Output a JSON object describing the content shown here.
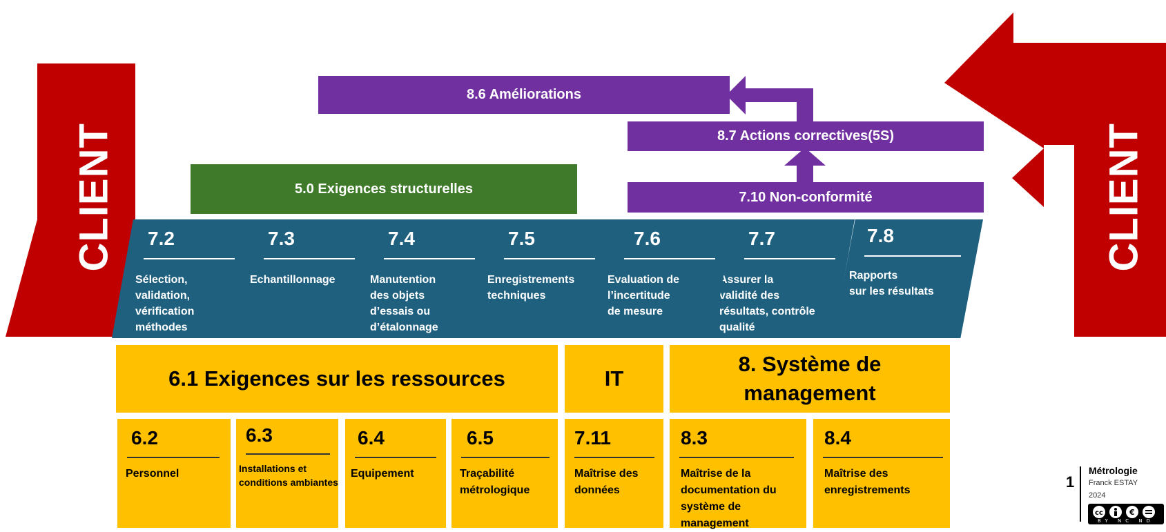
{
  "client": {
    "left": "CLIENT",
    "right": "CLIENT"
  },
  "management": {
    "improvement": "8.6 Améliorations",
    "corrective": "8.7 Actions correctives(5S)",
    "nonconformity": "7.10 Non-conformité"
  },
  "structural": "5.0 Exigences structurelles",
  "processes": [
    {
      "num": "7.2",
      "text": "Sélection,\nvalidation,\nvérification\nméthodes"
    },
    {
      "num": "7.3",
      "text": "Echantillonnage"
    },
    {
      "num": "7.4",
      "text": "Manutention\ndes objets\nd’essais ou\nd’étalonnage"
    },
    {
      "num": "7.5",
      "text": "Enregistrements\ntechniques"
    },
    {
      "num": "7.6",
      "text": "Evaluation de\nl’incertitude\nde mesure"
    },
    {
      "num": "7.7",
      "text": "Assurer la\nvalidité des\nrésultats, contrôle\nqualité"
    },
    {
      "num": "7.8",
      "text": "Rapports\nsur les résultats"
    }
  ],
  "resources": {
    "title": "6.1 Exigences sur les ressources",
    "it": "IT",
    "system": "8. Système de management",
    "items": [
      {
        "num": "6.2",
        "text": "Personnel"
      },
      {
        "num": "6.3",
        "text": "Installations et\nconditions ambiantes"
      },
      {
        "num": "6.4",
        "text": "Equipement"
      },
      {
        "num": "6.5",
        "text": "Traçabilité\nmétrologique"
      },
      {
        "num": "7.11",
        "text": "Maîtrise des\ndonnées"
      },
      {
        "num": "8.3",
        "text": "Maîtrise de la\ndocumentation du\nsystème de\nmanagement"
      },
      {
        "num": "8.4",
        "text": "Maîtrise des\nenregistrements"
      }
    ]
  },
  "footer": {
    "page": "1",
    "title": "Métrologie",
    "author": "Franck ESTAY",
    "year": "2024",
    "license": "BY NC ND"
  },
  "colors": {
    "client": "#c00000",
    "purple": "#7030a0",
    "green": "#3e7a29",
    "process": "#1f607f",
    "resource": "#ffc000"
  }
}
